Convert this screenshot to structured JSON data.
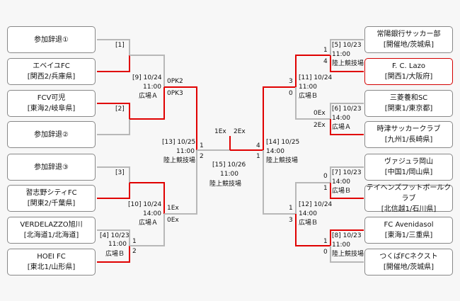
{
  "teams_left": [
    {
      "line1": "参加辞退①",
      "line2": ""
    },
    {
      "line1": "エベイユFC",
      "line2": "[関西2/兵庫県]"
    },
    {
      "line1": "FCV可児",
      "line2": "[東海2/岐阜県]"
    },
    {
      "line1": "参加辞退②",
      "line2": ""
    },
    {
      "line1": "参加辞退③",
      "line2": ""
    },
    {
      "line1": "習志野シティFC",
      "line2": "[関東2/千葉県]"
    },
    {
      "line1": "VERDELAZZO旭川",
      "line2": "[北海道1/北海道]"
    },
    {
      "line1": "HOEI FC",
      "line2": "[東北1/山形県]"
    }
  ],
  "teams_right": [
    {
      "line1": "常陽銀行サッカー部",
      "line2": "[開催地/茨城県]"
    },
    {
      "line1": "F. C. Lazo",
      "line2": "[関西1/大阪府]"
    },
    {
      "line1": "三菱養和SC",
      "line2": "[関東1/東京都]"
    },
    {
      "line1": "時津サッカークラブ",
      "line2": "[九州1/長崎県]"
    },
    {
      "line1": "ヴァジュラ岡山",
      "line2": "[中国1/岡山県]"
    },
    {
      "line1": "テイヘンズフットボールクラブ",
      "line2": "[北信越1/石川県]"
    },
    {
      "line1": "FC Avenidasol",
      "line2": "[東海1/三重県]"
    },
    {
      "line1": "つくばFCネクスト",
      "line2": "[開催地/茨城県]"
    }
  ],
  "labels": {
    "m1": "[1]",
    "m2": "[2]",
    "m3": "[3]",
    "m4": "[4] 10/23",
    "m4_time": "11:00",
    "m4_venue": "広場Ｂ",
    "m4_s1": "1",
    "m4_s2": "2",
    "m9": "[9] 10/24",
    "m9_time": "11:00",
    "m9_venue": "広場Ａ",
    "m9_s1": "0PK2",
    "m9_s2": "0PK3",
    "m10": "[10] 10/24",
    "m10_time": "14:00",
    "m10_venue": "広場Ａ",
    "m10_s1": "1Ex",
    "m10_s2": "0Ex",
    "m13": "[13] 10/25",
    "m13_time": "11:00",
    "m13_venue": "陸上競技場",
    "m13_s1": "1",
    "m13_s2": "2",
    "m15": "[15] 10/26",
    "m15_time": "11:00",
    "m15_venue": "陸上競技場",
    "m15_s1": "1Ex",
    "m15_s2": "2Ex",
    "m14": "[14] 10/25",
    "m14_time": "14:00",
    "m14_venue": "陸上競技場",
    "m14_s1": "4",
    "m14_s2": "1",
    "m11": "[11] 10/24",
    "m11_time": "11:00",
    "m11_venue": "広場Ｂ",
    "m11_s1": "3",
    "m11_s2": "0",
    "m12": "[12] 10/24",
    "m12_time": "14:00",
    "m12_venue": "広場Ｂ",
    "m12_s1": "1",
    "m12_s2": "3",
    "m5": "[5] 10/23",
    "m5_time": "11:00",
    "m5_venue": "陸上競技場",
    "m5_s1": "1",
    "m5_s2": "4",
    "m6": "[6] 10/23",
    "m6_time": "14:00",
    "m6_venue": "広場Ａ",
    "m6_s1": "0Ex",
    "m6_s2": "2Ex",
    "m7": "[7] 10/23",
    "m7_time": "14:00",
    "m7_venue": "広場Ｂ",
    "m7_s1": "0",
    "m7_s2": "1",
    "m8": "[8] 10/23",
    "m8_time": "11:00",
    "m8_venue": "陸上競技場",
    "m8_s1": "1",
    "m8_s2": "0"
  },
  "colors": {
    "winner_line": "#e00000",
    "line": "#b8b8b8"
  }
}
